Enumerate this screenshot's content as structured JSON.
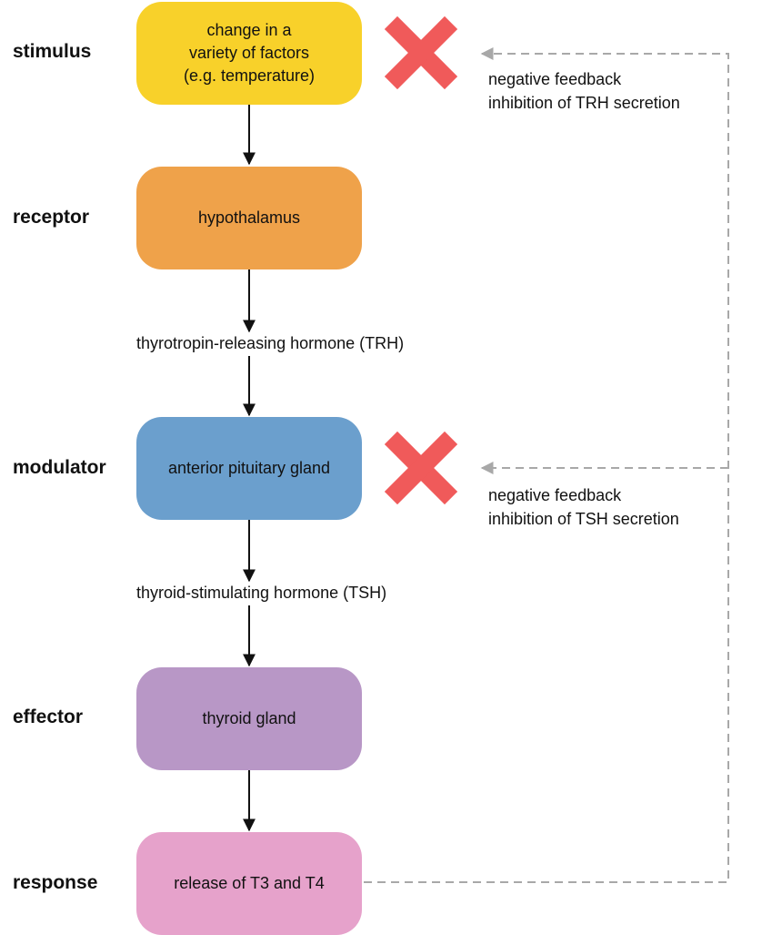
{
  "stages": [
    {
      "label": "stimulus",
      "text": "change in a\nvariety of factors\n(e.g. temperature)",
      "color": "#f8d12a"
    },
    {
      "label": "receptor",
      "text": "hypothalamus",
      "color": "#efa24a"
    },
    {
      "label": "modulator",
      "text": "anterior pituitary gland",
      "color": "#6b9fcd"
    },
    {
      "label": "effector",
      "text": "thyroid gland",
      "color": "#b897c6"
    },
    {
      "label": "response",
      "text": "release of T3 and T4",
      "color": "#e6a2cb"
    }
  ],
  "hormones": {
    "trh": "thyrotropin-releasing hormone (TRH)",
    "tsh": "thyroid-stimulating hormone (TSH)"
  },
  "feedback": {
    "trh": "negative feedback\ninhibition of TRH secretion",
    "tsh": "negative feedback\ninhibition of TSH secretion"
  },
  "colors": {
    "arrow": "#111111",
    "feedback_line": "#a8a8a8",
    "inhibition_mark": "#f05a5a"
  },
  "icons": {
    "inhibition": "x-mark-icon",
    "arrow": "arrow-down-icon"
  }
}
